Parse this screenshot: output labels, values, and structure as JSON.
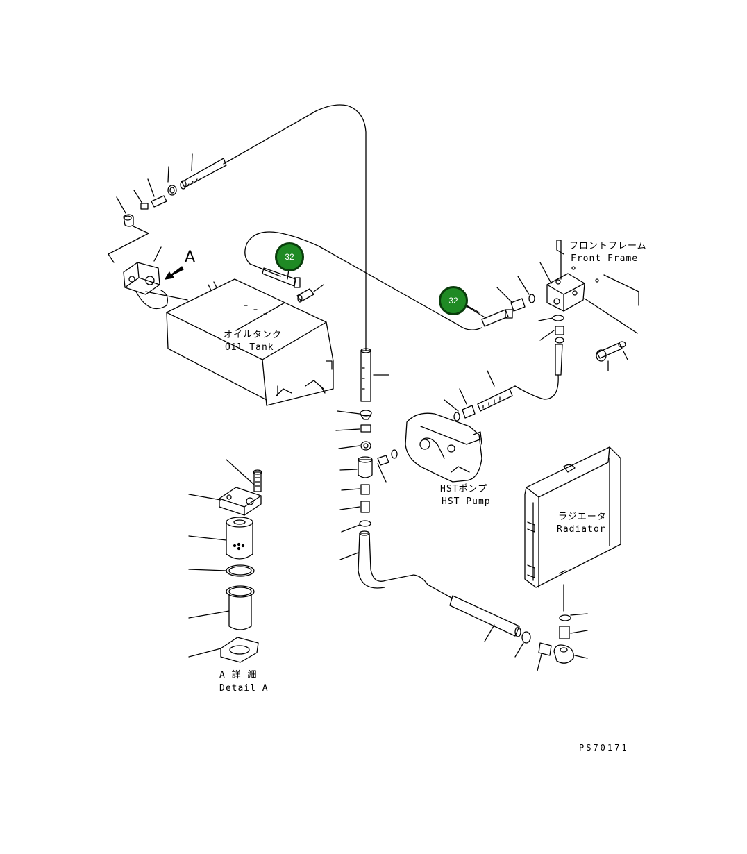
{
  "labels": {
    "front_frame_jp": "フロントフレーム",
    "front_frame_en": "Front Frame",
    "oil_tank_jp": "オイルタンク",
    "oil_tank_en": "Oil Tank",
    "hst_pump_jp": "HSTポンプ",
    "hst_pump_en": "HST Pump",
    "radiator_jp": "ラジエータ",
    "radiator_en": "Radiator",
    "detail_jp": "A 詳 細",
    "detail_en": "Detail A",
    "view_arrow_letter": "A",
    "drawing_number": "PS70171"
  },
  "callouts": [
    {
      "number": "32"
    },
    {
      "number": "32"
    }
  ],
  "colors": {
    "line": "#000000",
    "callout_fill": "#1f8a24",
    "callout_border": "#0a3d0c"
  }
}
